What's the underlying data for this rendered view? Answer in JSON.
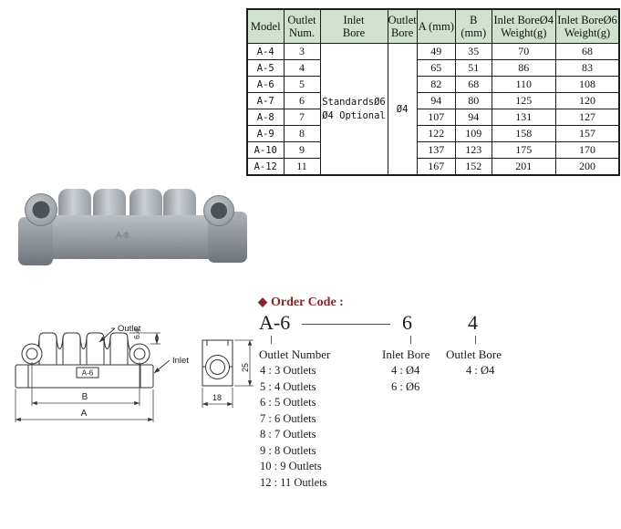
{
  "table": {
    "headers": [
      "Model",
      "Outlet\nNum.",
      "Inlet\nBore",
      "Outlet\nBore",
      "A (mm)",
      "B (mm)",
      "Inlet BoreØ4\nWeight(g)",
      "Inlet BoreØ6\nWeight(g)"
    ],
    "inlet_bore_note": "StandardsØ6\nØ4 Optional",
    "outlet_bore_value": "Ø4",
    "rows": [
      {
        "model": "A-4",
        "outlets": "3",
        "a": "49",
        "b": "35",
        "w4": "70",
        "w6": "68"
      },
      {
        "model": "A-5",
        "outlets": "4",
        "a": "65",
        "b": "51",
        "w4": "86",
        "w6": "83"
      },
      {
        "model": "A-6",
        "outlets": "5",
        "a": "82",
        "b": "68",
        "w4": "110",
        "w6": "108"
      },
      {
        "model": "A-7",
        "outlets": "6",
        "a": "94",
        "b": "80",
        "w4": "125",
        "w6": "120"
      },
      {
        "model": "A-8",
        "outlets": "7",
        "a": "107",
        "b": "94",
        "w4": "131",
        "w6": "127"
      },
      {
        "model": "A-9",
        "outlets": "8",
        "a": "122",
        "b": "109",
        "w4": "158",
        "w6": "157"
      },
      {
        "model": "A-10",
        "outlets": "9",
        "a": "137",
        "b": "123",
        "w4": "175",
        "w6": "170"
      },
      {
        "model": "A-12",
        "outlets": "11",
        "a": "167",
        "b": "152",
        "w4": "201",
        "w6": "200"
      }
    ]
  },
  "photo": {
    "embossed_label": "A-8"
  },
  "drawing": {
    "front": {
      "boxed_label": "A-6",
      "outlet_callout": "Outlet",
      "inlet_callout": "Inlet",
      "dim_height": "6.4",
      "dim_b": "B",
      "dim_a": "A"
    },
    "side": {
      "dim_height": "25",
      "dim_width": "18"
    }
  },
  "order_code": {
    "diamond_icon": "◆",
    "heading": "Order Code :",
    "example_model": "A-6",
    "example_inlet": "6",
    "example_outlet": "4",
    "columns": [
      {
        "label": "Outlet Number",
        "options": [
          "4 : 3 Outlets",
          "5 : 4 Outlets",
          "6 : 5 Outlets",
          "7 : 6 Outlets",
          "8 : 7 Outlets",
          "9 : 8 Outlets",
          "10 : 9 Outlets",
          "12 : 11 Outlets"
        ]
      },
      {
        "label": "Inlet Bore",
        "options": [
          "4 : Ø4",
          "6 : Ø6"
        ]
      },
      {
        "label": "Outlet Bore",
        "options": [
          "4 : Ø4"
        ]
      }
    ]
  },
  "colors": {
    "table_header_bg": "#cfe2cd",
    "accent_red": "#8b2428",
    "line": "#1c1c1c"
  }
}
